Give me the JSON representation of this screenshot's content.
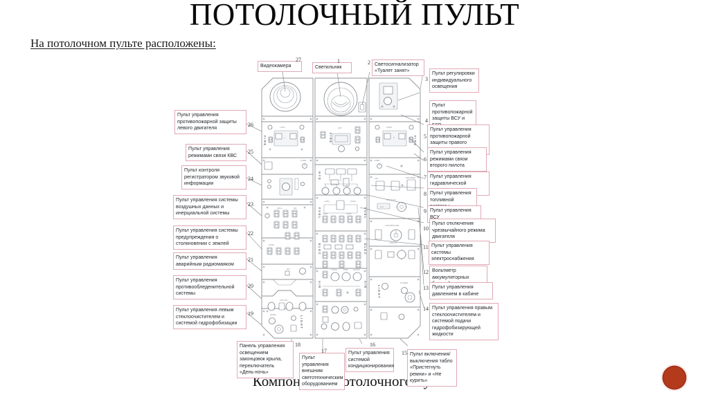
{
  "slide": {
    "title": "ПОТОЛОЧНЫЙ ПУЛЬТ",
    "subtitle": "На потолочном пульте расположены:",
    "caption": "Компоненты потолочного пульта",
    "accent_color": "#b33a1b",
    "callout_border_color": "#e0a8b4",
    "diagram_line_color": "#8e9196"
  },
  "top_callouts": [
    {
      "id": "videocamera",
      "num": "27",
      "text": "Видеокамера"
    },
    {
      "id": "lamp",
      "num": "1",
      "text": "Светильник"
    },
    {
      "id": "toilet-busy",
      "num": "2",
      "text": "Светосигнализатор «Туалет занят»"
    }
  ],
  "left_callouts": [
    {
      "id": "left-engine-fire",
      "num": "26",
      "text": "Пульт управления противопожарной защиты левого двигателя"
    },
    {
      "id": "captain-comm",
      "num": "25",
      "text": "Пульт управления режимами связи КВС"
    },
    {
      "id": "voice-recorder",
      "num": "24",
      "text": "Пульт контроля регистратором звуковой информации"
    },
    {
      "id": "air-data-inertial",
      "num": "23",
      "text": "Пульт управления системы воздушных данных и инерциальной системы"
    },
    {
      "id": "gpws",
      "num": "22",
      "text": "Пульт управления системы предупреждения о столкновении с землей"
    },
    {
      "id": "elt-beacon",
      "num": "21",
      "text": "Пульт управления аварийным радиомаяком"
    },
    {
      "id": "anti-ice",
      "num": "20",
      "text": "Пульт управления противообледенительной системы"
    },
    {
      "id": "left-wiper",
      "num": "19",
      "text": "Пульт управления левым стеклоочистителем и системой гидрофобизации"
    }
  ],
  "right_callouts": [
    {
      "id": "individual-light",
      "num": "3",
      "text": "Пульт регулировки индивидуального освещения"
    },
    {
      "id": "apu-cargo-fire",
      "num": "4",
      "text": "Пульт противопожарной защиты ВСУ и БГО"
    },
    {
      "id": "right-engine-fire",
      "num": "5",
      "text": "Пульт управления противопожарной защиты правого двигателя"
    },
    {
      "id": "fo-comm",
      "num": "6",
      "text": "Пульт управления режимами связи второго пилота"
    },
    {
      "id": "hydraulic",
      "num": "7",
      "text": "Пульт управления гидравлической системы"
    },
    {
      "id": "fuel",
      "num": "8",
      "text": "Пульт управления топливной системы"
    },
    {
      "id": "apu",
      "num": "9",
      "text": "Пульт управления ВСУ"
    },
    {
      "id": "engine-emergency",
      "num": "10",
      "text": "Пульт отключения чрезвычайного режима двигателя"
    },
    {
      "id": "electrical",
      "num": "11",
      "text": "Пульт управления системы электроснабжения"
    },
    {
      "id": "battery-voltmeter",
      "num": "12",
      "text": "Вольтметр аккумуляторных батарей"
    },
    {
      "id": "cabin-pressure",
      "num": "13",
      "text": "Пульт управления давлением в кабине"
    },
    {
      "id": "right-wiper",
      "num": "14",
      "text": "Пульт управления правым стеклоочистителем и системой подачи гидрофобизирующей жидкости"
    }
  ],
  "bottom_callouts": [
    {
      "id": "wingtip-lights",
      "num": "18",
      "text": "Панель управления освещением законцовок крыла, переключатель «День-ночь»"
    },
    {
      "id": "exterior-lights",
      "num": "17",
      "text": "Пульт управления внешним светотехническим оборудованием"
    },
    {
      "id": "air-conditioning",
      "num": "16",
      "text": "Пульт управления системой кондиционирования"
    },
    {
      "id": "seatbelt-nosmoking",
      "num": "15",
      "text": "Пульт включения/выключения табло «Пристегнуть ремни» и «Не курить»"
    }
  ],
  "panel_section_labels": [
    "FIRE",
    "FIRE",
    "HYD",
    "FUEL",
    "ELEC",
    "AIR",
    "LIGHT"
  ],
  "panel_subtitles": [
    "L ENG",
    "R ENG",
    "APU",
    "BAT VOLTS",
    "CAB PRESSURE",
    "ANTI-ICE",
    "EXT LIGHTS"
  ]
}
